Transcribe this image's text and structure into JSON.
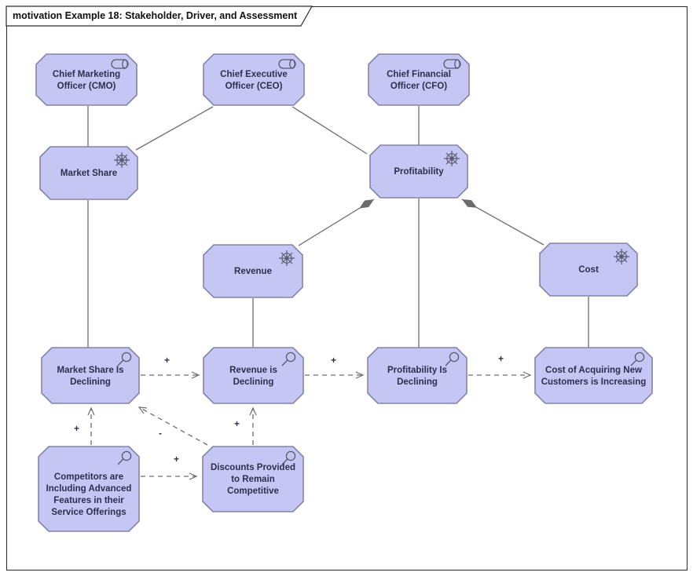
{
  "frame": {
    "title": "motivation Example 18: Stakeholder, Driver, and Assessment"
  },
  "colors": {
    "node_fill": "#c5c6f3",
    "node_border": "#8484a6",
    "line": "#6e6e6e",
    "diamond_fill": "#6b6b6b",
    "icon_stroke": "#5a5a70",
    "text": "#2e2e4f",
    "frame_border": "#2b2b2b"
  },
  "icons": {
    "stakeholder": "role-cylinder-icon",
    "driver": "steering-wheel-icon",
    "assessment": "magnifier-icon"
  },
  "nodes": {
    "cmo": {
      "type": "stakeholder",
      "label": "Chief Marketing Officer (CMO)"
    },
    "ceo": {
      "type": "stakeholder",
      "label": "Chief Executive Officer (CEO)"
    },
    "cfo": {
      "type": "stakeholder",
      "label": "Chief Financial Officer (CFO)"
    },
    "market_share": {
      "type": "driver",
      "label": "Market Share"
    },
    "profitability": {
      "type": "driver",
      "label": "Profitability"
    },
    "revenue": {
      "type": "driver",
      "label": "Revenue"
    },
    "cost": {
      "type": "driver",
      "label": "Cost"
    },
    "market_share_declining": {
      "type": "assessment",
      "label": "Market Share Is Declining"
    },
    "revenue_declining": {
      "type": "assessment",
      "label": "Revenue is Declining"
    },
    "profitability_declining": {
      "type": "assessment",
      "label": "Profitability Is Declining"
    },
    "cost_increasing": {
      "type": "assessment",
      "label": "Cost of Acquiring New Customers is Increasing"
    },
    "competitors": {
      "type": "assessment",
      "label": "Competitors are Including Advanced Features in their Service Offerings"
    },
    "discounts": {
      "type": "assessment",
      "label": "Discounts Provided to Remain Competitive"
    }
  },
  "influence_labels": {
    "ms_decl_to_rev_decl": "+",
    "rev_decl_to_prof_decl": "+",
    "prof_decl_to_cost_incr": "+",
    "competitors_to_ms_decl": "+",
    "discounts_to_rev_decl": "+",
    "discounts_to_ms_decl": "-",
    "competitors_to_discounts": "+"
  }
}
